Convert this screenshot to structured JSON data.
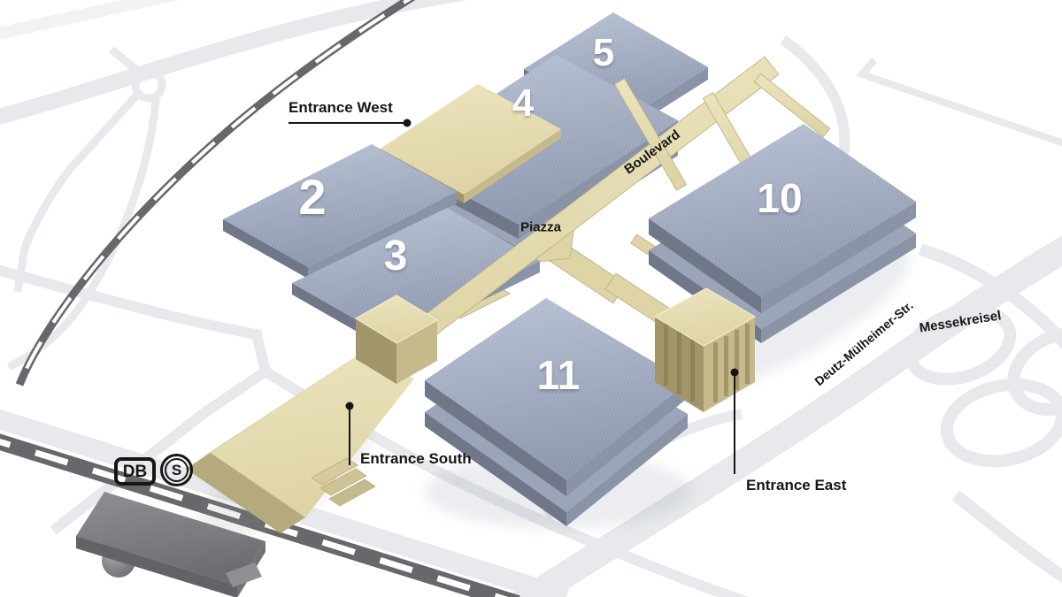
{
  "colors": {
    "road": "#e7e9ec",
    "rail": "#67686b",
    "rail-dash": "#ffffff",
    "hall-top-light": "#bac3d4",
    "hall-top-dark": "#8e98af",
    "hall-lower": "#9ba4b8",
    "hall-left": "#6f7789",
    "hall-right": "#8b93a7",
    "beige-top": "#ded4a6",
    "beige-top-light": "#ece4bd",
    "beige-side-left": "#a1966a",
    "beige-side-right": "#c6ba8c",
    "beige-edge": "#b9ae82",
    "station-top": "#8f9094",
    "station-front": "#6c6d71",
    "label": "#161616",
    "number": "#ffffff"
  },
  "map": {
    "halls": [
      {
        "number": "2"
      },
      {
        "number": "3"
      },
      {
        "number": "4"
      },
      {
        "number": "5"
      },
      {
        "number": "10"
      },
      {
        "number": "11"
      }
    ],
    "labels": {
      "entrance_west": "Entrance West",
      "entrance_south": "Entrance South",
      "entrance_east": "Entrance East",
      "boulevard": "Boulevard",
      "piazza": "Piazza",
      "street": "Deutz-Mülheimer-Str.",
      "roundabout": "Messekreisel"
    },
    "transit": {
      "db": "DB",
      "sbahn": "S"
    }
  }
}
